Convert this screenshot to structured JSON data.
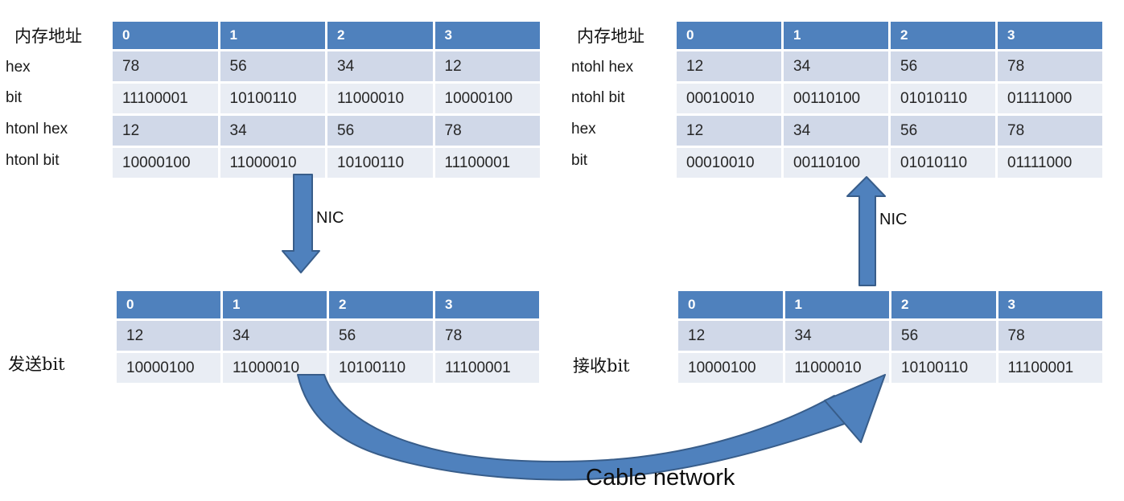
{
  "colors": {
    "table_header_bg": "#4f81bd",
    "table_band_dark": "#d0d8e8",
    "table_band_light": "#e9edf4",
    "header_text": "#ffffff",
    "cell_text": "#262626",
    "arrow_fill": "#4f81bd",
    "arrow_stroke": "#385d8a",
    "label_text": "#111111"
  },
  "tables": {
    "top_left": {
      "row_labels": [
        "内存地址",
        "hex",
        "bit",
        "htonl hex",
        "htonl bit"
      ],
      "header": [
        "0",
        "1",
        "2",
        "3"
      ],
      "rows": [
        [
          "78",
          "56",
          "34",
          "12"
        ],
        [
          "11100001",
          "10100110",
          "11000010",
          "10000100"
        ],
        [
          "12",
          "34",
          "56",
          "78"
        ],
        [
          "10000100",
          "11000010",
          "10100110",
          "11100001"
        ]
      ]
    },
    "top_right": {
      "row_labels": [
        "内存地址",
        "ntohl hex",
        "ntohl bit",
        "hex",
        "bit"
      ],
      "header": [
        "0",
        "1",
        "2",
        "3"
      ],
      "rows": [
        [
          "12",
          "34",
          "56",
          "78"
        ],
        [
          "00010010",
          "00110100",
          "01010110",
          "01111000"
        ],
        [
          "12",
          "34",
          "56",
          "78"
        ],
        [
          "00010010",
          "00110100",
          "01010110",
          "01111000"
        ]
      ]
    },
    "bottom_left": {
      "label": "发送bit",
      "header": [
        "0",
        "1",
        "2",
        "3"
      ],
      "rows": [
        [
          "12",
          "34",
          "56",
          "78"
        ],
        [
          "10000100",
          "11000010",
          "10100110",
          "11100001"
        ]
      ]
    },
    "bottom_right": {
      "label": "接收bit",
      "header": [
        "0",
        "1",
        "2",
        "3"
      ],
      "rows": [
        [
          "12",
          "34",
          "56",
          "78"
        ],
        [
          "10000100",
          "11000010",
          "10100110",
          "11100001"
        ]
      ]
    }
  },
  "arrows": {
    "nic_left_label": "NIC",
    "nic_right_label": "NIC",
    "cable_label": "Cable network"
  }
}
